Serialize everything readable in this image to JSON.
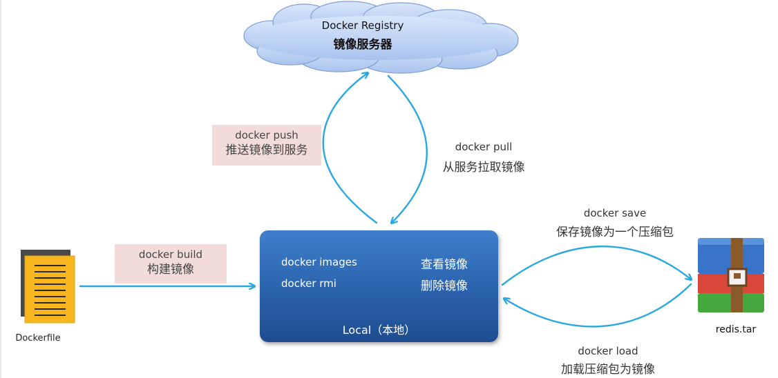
{
  "registry": {
    "title": "Docker Registry",
    "subtitle": "镜像服务器"
  },
  "push": {
    "cmd": "docker push",
    "desc": "推送镜像到服务"
  },
  "pull": {
    "cmd": "docker pull",
    "desc": "从服务拉取镜像"
  },
  "build": {
    "cmd": "docker build",
    "desc": "构建镜像"
  },
  "save": {
    "cmd": "docker save",
    "desc": "保存镜像为一个压缩包"
  },
  "load": {
    "cmd": "docker load",
    "desc": "加载压缩包为镜像"
  },
  "local": {
    "images_cmd": "docker images",
    "images_desc": "查看镜像",
    "rmi_cmd": "docker rmi",
    "rmi_desc": "删除镜像",
    "label": "Local（本地）"
  },
  "dockerfile_label": "Dockerfile",
  "archive_label": "redis.tar",
  "colors": {
    "arrow": "#29a8e0",
    "label_bg": "#f2dcd9",
    "local_box": "#2b62ac",
    "cloud": "#c3d6f5"
  }
}
